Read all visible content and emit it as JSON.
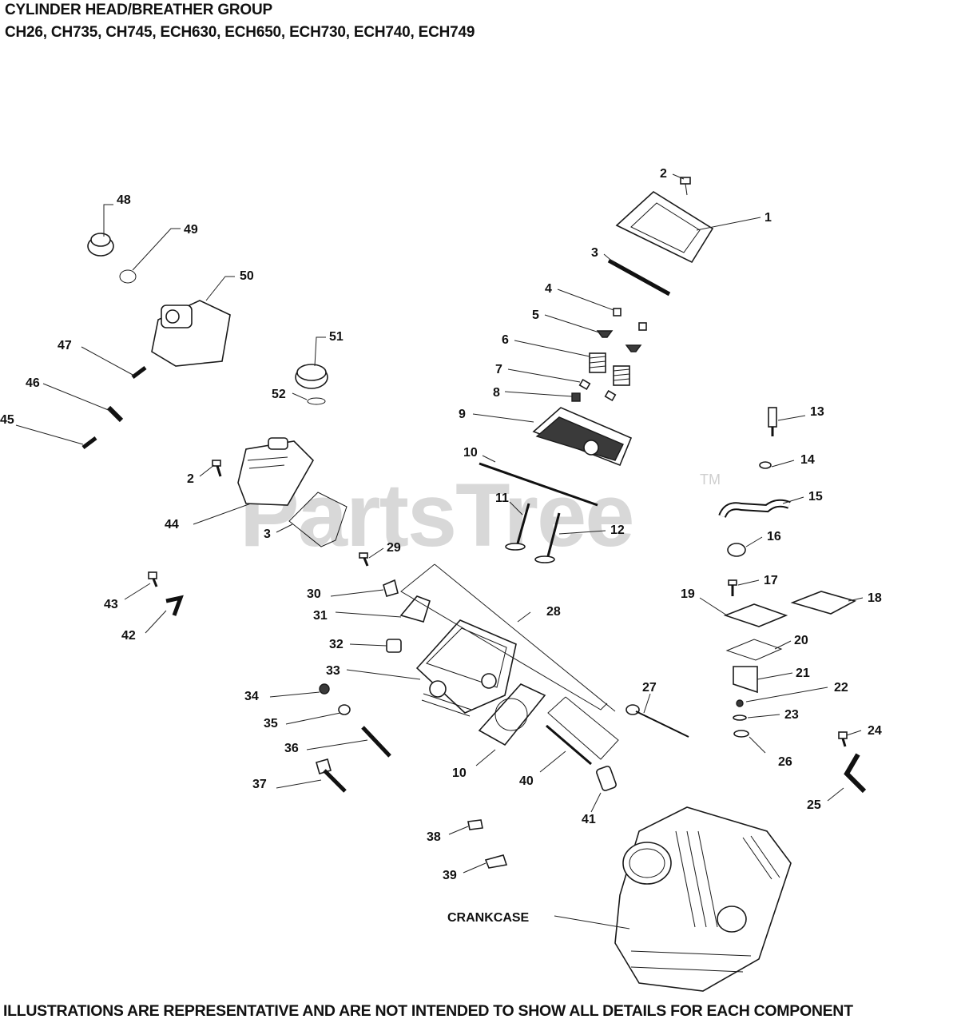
{
  "header": {
    "title": "CYLINDER HEAD/BREATHER GROUP",
    "models": "CH26, CH735, CH745, ECH630,  ECH650,  ECH730, ECH740, ECH749"
  },
  "watermark": {
    "text": "PartsTree",
    "tm": "TM"
  },
  "footer": {
    "disclaimer": "ILLUSTRATIONS ARE REPRESENTATIVE AND ARE NOT INTENDED TO SHOW ALL DETAILS FOR EACH COMPONENT"
  },
  "callouts": {
    "c1": "1",
    "c2a": "2",
    "c3a": "3",
    "c4": "4",
    "c5": "5",
    "c6": "6",
    "c7": "7",
    "c8": "8",
    "c9": "9",
    "c10a": "10",
    "c11": "11",
    "c12": "12",
    "c13": "13",
    "c14": "14",
    "c15": "15",
    "c16": "16",
    "c17": "17",
    "c18": "18",
    "c19": "19",
    "c20": "20",
    "c21": "21",
    "c22": "22",
    "c23": "23",
    "c24": "24",
    "c25": "25",
    "c26": "26",
    "c27": "27",
    "c28": "28",
    "c29": "29",
    "c30": "30",
    "c31": "31",
    "c32": "32",
    "c33": "33",
    "c34": "34",
    "c35": "35",
    "c36": "36",
    "c37": "37",
    "c38": "38",
    "c39": "39",
    "c40": "40",
    "c41": "41",
    "c42": "42",
    "c43": "43",
    "c44": "44",
    "c45": "45",
    "c46": "46",
    "c47": "47",
    "c48": "48",
    "c49": "49",
    "c50": "50",
    "c51": "51",
    "c52": "52",
    "c2b": "2",
    "c3b": "3",
    "c10b": "10",
    "crankcase": "CRANKCASE"
  }
}
